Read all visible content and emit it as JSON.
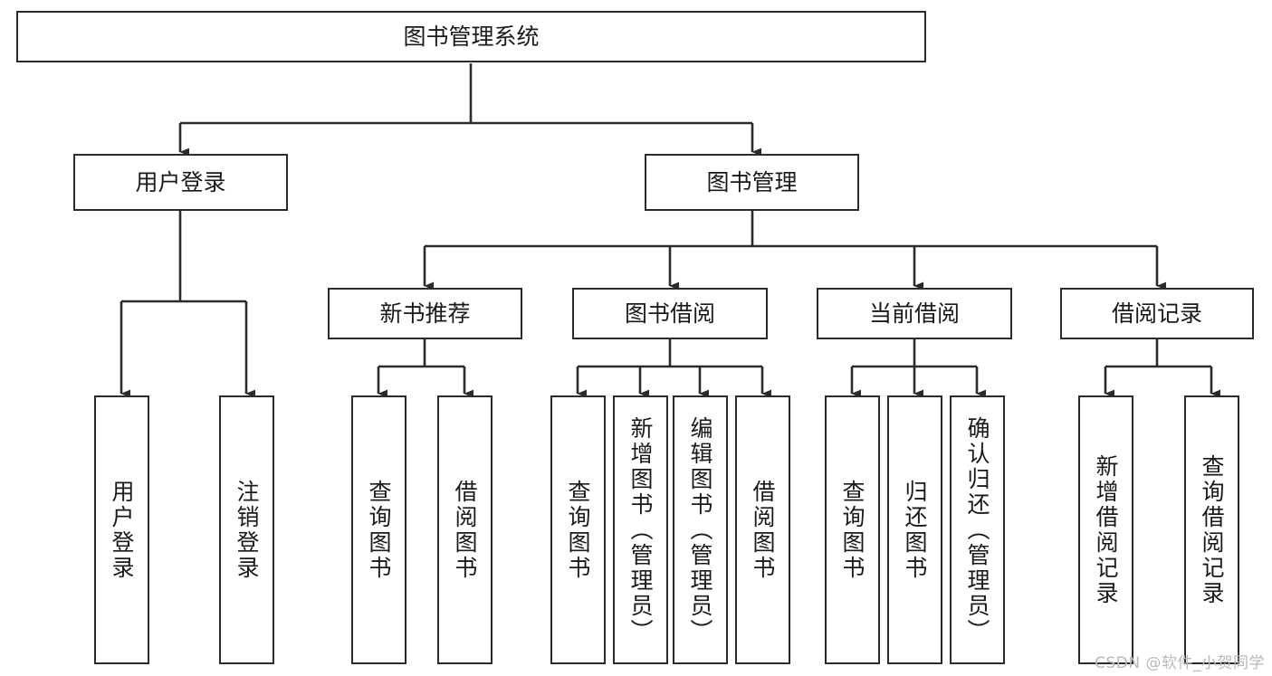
{
  "diagram": {
    "title": "图书管理系统",
    "type": "hierarchy-tree",
    "orientation": "top-down",
    "stroke_color": "#2b2b2b",
    "fill_color": "#ffffff",
    "text_color": "#1a1a1a",
    "levels": 4
  },
  "nodes": {
    "root": {
      "label": "图书管理系统"
    },
    "level2": [
      {
        "id": "user-login",
        "label": "用户登录"
      },
      {
        "id": "book-management",
        "label": "图书管理"
      }
    ],
    "level3": [
      {
        "id": "new-book-recommend",
        "label": "新书推荐",
        "parent": "book-management"
      },
      {
        "id": "book-borrow",
        "label": "图书借阅",
        "parent": "book-management"
      },
      {
        "id": "current-borrow",
        "label": "当前借阅",
        "parent": "book-management"
      },
      {
        "id": "borrow-record",
        "label": "借阅记录",
        "parent": "book-management"
      }
    ],
    "leaves": {
      "user-login": [
        {
          "id": "leaf-user-login",
          "label": "用户登录"
        },
        {
          "id": "leaf-user-logout",
          "label": "注销登录"
        }
      ],
      "new-book-recommend": [
        {
          "id": "leaf-query-book-1",
          "label": "查询图书"
        },
        {
          "id": "leaf-borrow-book-1",
          "label": "借阅图书"
        }
      ],
      "book-borrow": [
        {
          "id": "leaf-query-book-2",
          "label": "查询图书"
        },
        {
          "id": "leaf-add-book",
          "label": "新增图书（管理员）"
        },
        {
          "id": "leaf-edit-book",
          "label": "编辑图书（管理员）"
        },
        {
          "id": "leaf-borrow-book-2",
          "label": "借阅图书"
        }
      ],
      "current-borrow": [
        {
          "id": "leaf-query-book-3",
          "label": "查询图书"
        },
        {
          "id": "leaf-return-book",
          "label": "归还图书"
        },
        {
          "id": "leaf-confirm-return",
          "label": "确认归还（管理员）"
        }
      ],
      "borrow-record": [
        {
          "id": "leaf-add-record",
          "label": "新增借阅记录"
        },
        {
          "id": "leaf-query-record",
          "label": "查询借阅记录"
        }
      ]
    }
  },
  "watermark": {
    "text": "CSDN @软件_小贺同学"
  }
}
